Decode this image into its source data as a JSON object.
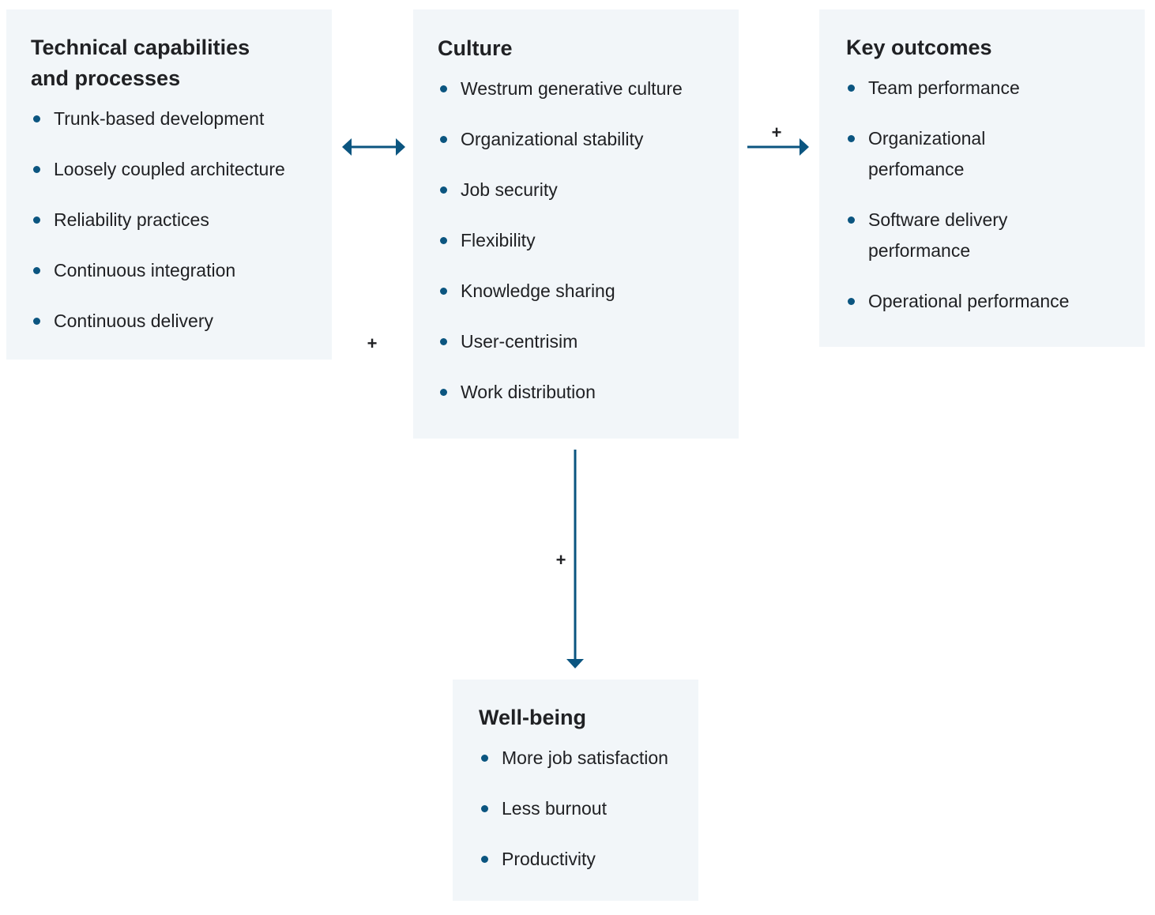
{
  "technical": {
    "title_line1": "Technical capabilities",
    "title_line2": "and processes",
    "items": [
      "Trunk-based development",
      "Loosely coupled architecture",
      "Reliability practices",
      "Continuous integration",
      "Continuous delivery"
    ]
  },
  "culture": {
    "title": "Culture",
    "items": [
      "Westrum generative culture",
      "Organizational stability",
      "Job security",
      "Flexibility",
      "Knowledge sharing",
      "User-centrisim",
      "Work distribution"
    ]
  },
  "outcomes": {
    "title": "Key outcomes",
    "items": [
      {
        "line1": "Team performance",
        "line2": ""
      },
      {
        "line1": "Organizational",
        "line2": "perfomance"
      },
      {
        "line1": "Software delivery",
        "line2": "performance"
      },
      {
        "line1": "Operational performance",
        "line2": ""
      }
    ]
  },
  "wellbeing": {
    "title": "Well-being",
    "items": [
      "More job satisfaction",
      "Less burnout",
      "Productivity"
    ]
  },
  "connectors": {
    "technical_culture_sign": "+",
    "culture_outcomes_sign": "+",
    "culture_wellbeing_sign": "+"
  },
  "colors": {
    "box_background": "#f2f6f9",
    "accent": "#0b5580",
    "text": "#202124"
  }
}
